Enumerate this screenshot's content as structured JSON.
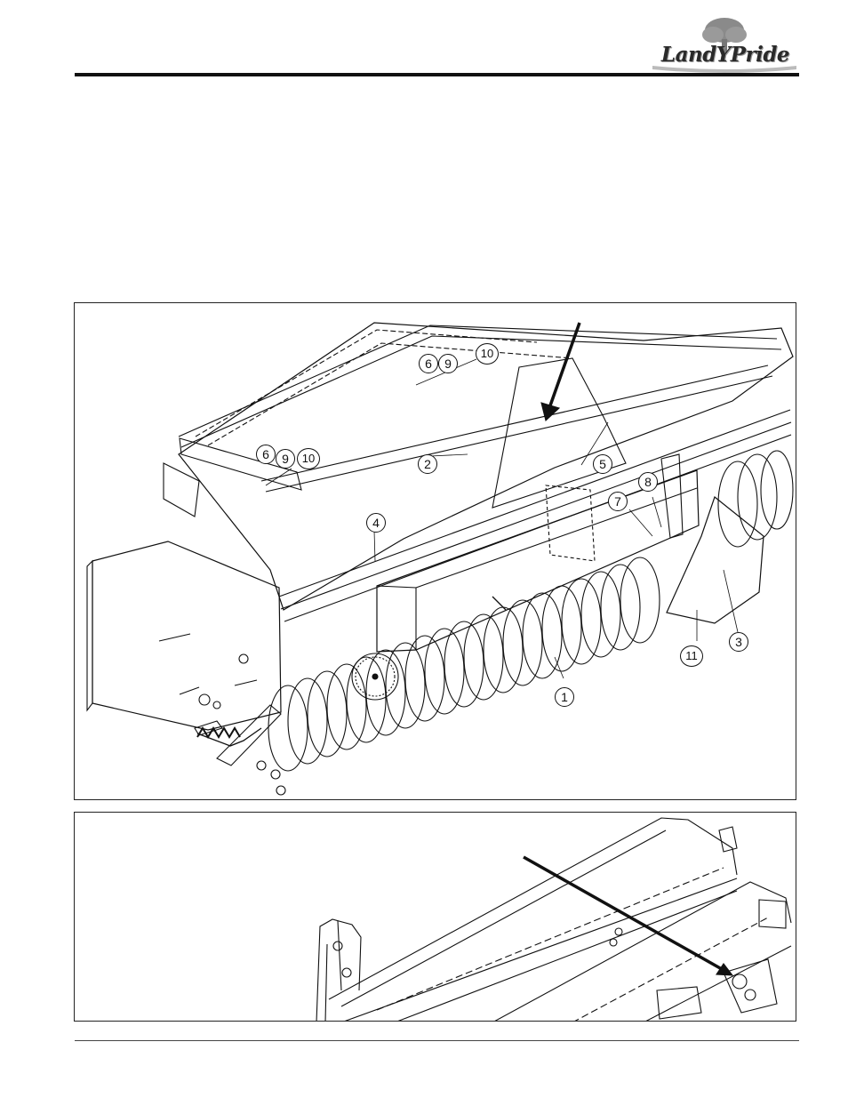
{
  "header": {
    "logo_text": "LandYPride"
  },
  "figure_top": {
    "callouts": [
      {
        "label": "6"
      },
      {
        "label": "9"
      },
      {
        "label": "10"
      },
      {
        "label": "6"
      },
      {
        "label": "9"
      },
      {
        "label": "10"
      },
      {
        "label": "2"
      },
      {
        "label": "5"
      },
      {
        "label": "4"
      },
      {
        "label": "7"
      },
      {
        "label": "8"
      },
      {
        "label": "1"
      },
      {
        "label": "11"
      },
      {
        "label": "3"
      }
    ]
  },
  "colors": {
    "line": "#111111",
    "frame": "#222222",
    "background": "#ffffff"
  }
}
